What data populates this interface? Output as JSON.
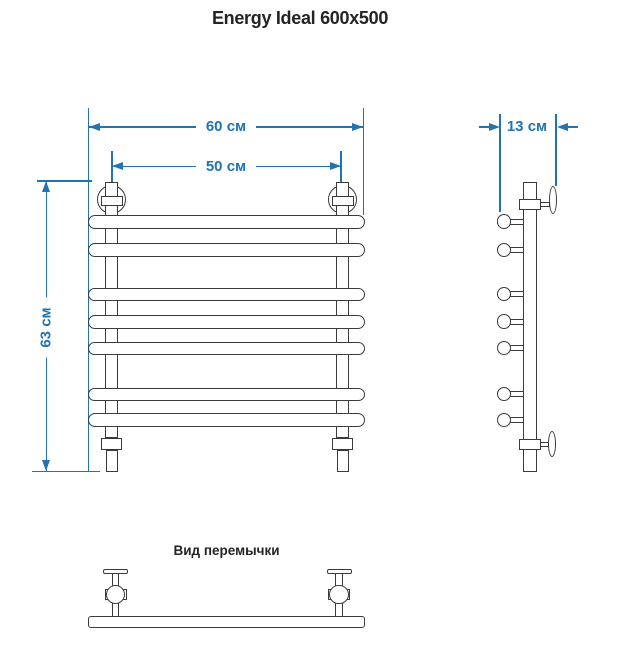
{
  "title": "Energy Ideal 600x500",
  "front_view": {
    "outer_width_label": "60 см",
    "inner_width_label": "50 см",
    "height_label": "63 см",
    "rung_count": 7
  },
  "side_view": {
    "depth_label": "13 см",
    "rung_count": 7
  },
  "bottom_view": {
    "caption": "Вид перемычки"
  },
  "colors": {
    "line": "#3b3b3b",
    "dim": "#2173b4",
    "title": "#262323",
    "background": "#ffffff"
  }
}
